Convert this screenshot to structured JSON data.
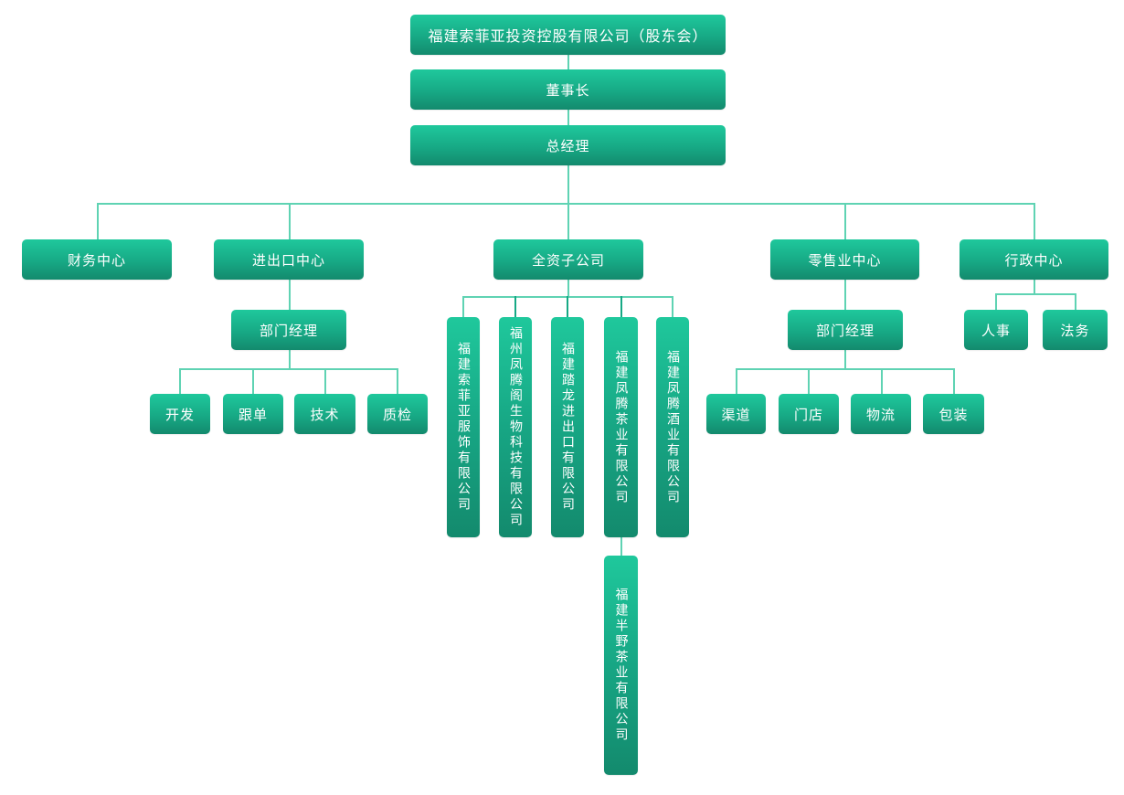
{
  "top": {
    "shareholders": "福建索菲亚投资控股有限公司（股东会）",
    "chairman": "董事长",
    "general_manager": "总经理"
  },
  "centers": [
    {
      "label": "财务中心"
    },
    {
      "label": "进出口中心"
    },
    {
      "label": "全资子公司"
    },
    {
      "label": "零售业中心"
    },
    {
      "label": "行政中心"
    }
  ],
  "import_export": {
    "manager": "部门经理",
    "departments": [
      "开发",
      "跟单",
      "技术",
      "质检"
    ]
  },
  "subsidiaries": {
    "companies": [
      "福建索菲亚服饰有限公司",
      "福州凤腾阁生物科技有限公司",
      "福建踏龙进出口有限公司",
      "福建凤腾茶业有限公司",
      "福建凤腾酒业有限公司"
    ],
    "sub_company": "福建半野茶业有限公司"
  },
  "retail": {
    "manager": "部门经理",
    "departments": [
      "渠道",
      "门店",
      "物流",
      "包装"
    ]
  },
  "admin": {
    "departments": [
      "人事",
      "法务"
    ]
  },
  "colors": {
    "box_top": "#1fc89c",
    "box_bottom": "#138a6d",
    "connector": "#5fd3b3",
    "text": "#ffffff"
  }
}
